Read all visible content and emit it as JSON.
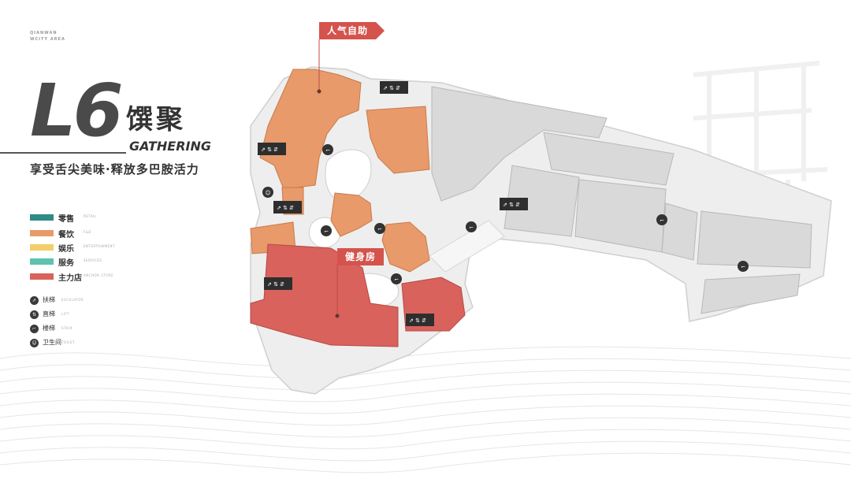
{
  "brand": {
    "en_line1": "QIANWAN",
    "en_line2": "WCITY AREA"
  },
  "floor": {
    "code": "L6",
    "name_cn": "馔聚",
    "name_en": "GATHERING",
    "slogan": "享受舌尖美味·释放多巴胺活力"
  },
  "legend": {
    "categories": [
      {
        "label": "零售",
        "en": "RETAIL",
        "color": "#2e8b88"
      },
      {
        "label": "餐饮",
        "en": "F&B",
        "color": "#e89a6a"
      },
      {
        "label": "娱乐",
        "en": "ENTERTAINMENT",
        "color": "#f2cf6a"
      },
      {
        "label": "服务",
        "en": "SERVICES",
        "color": "#5fc3b0"
      },
      {
        "label": "主力店",
        "en": "ANCHOR STORE",
        "color": "#d9625c"
      }
    ],
    "facilities": [
      {
        "label": "扶梯",
        "en": "ESCALATOR",
        "icon": "escalator-icon"
      },
      {
        "label": "直梯",
        "en": "LIFT",
        "icon": "lift-icon"
      },
      {
        "label": "楼梯",
        "en": "STAIR",
        "icon": "stair-icon"
      },
      {
        "label": "卫生间",
        "en": "TOILET",
        "icon": "toilet-icon"
      }
    ]
  },
  "pois": {
    "buffet": "人气自助",
    "gym": "健身房"
  },
  "colors": {
    "fnb": "#e89a6a",
    "fnb_dark": "#c97a4c",
    "anchor": "#d9625c",
    "anchor_dark": "#b54a44",
    "unassigned": "#d9d9d9",
    "unassigned_dark": "#b8b8b8",
    "floor_base": "#eeeeee",
    "sign": "#d5534d"
  }
}
